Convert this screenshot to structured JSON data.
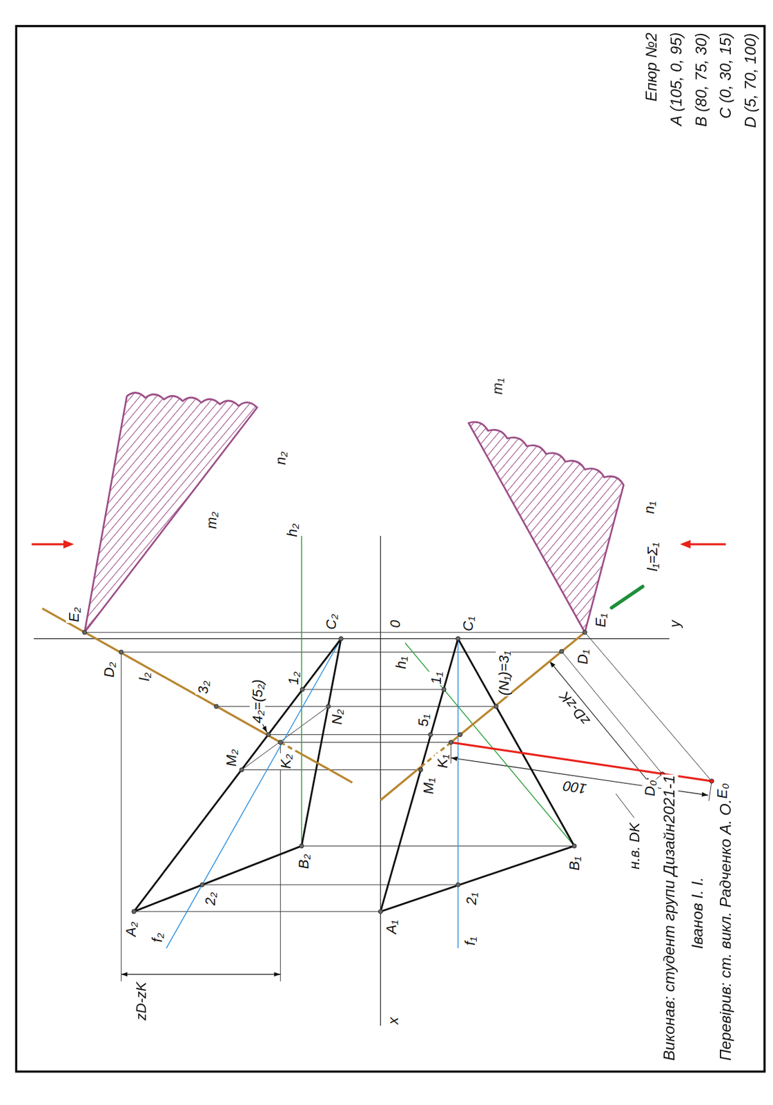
{
  "diagram": {
    "title": "Епюр №2",
    "labels": [
      "A (105, 0, 95)",
      "B (80, 75, 30)",
      "C (0, 30, 15)",
      "D (5, 70, 100)",
      "Виконав: студент групи Дизайн2021-1",
      "Іванов І. І.",
      "Перевірив: ст. викл. Радченко А. О.",
      "E₂",
      "D₂",
      "l₂",
      "m₂",
      "n₂",
      "h₂",
      "C₂",
      "3₂",
      "1₂",
      "4₂=(5₂)",
      "M₂",
      "K₂",
      "N₂",
      "B₂",
      "2₂",
      "A₂",
      "f₂",
      "zD-zK",
      "0",
      "x",
      "y",
      "h₁",
      "C₁",
      "1₁",
      "(N₁)=3₁",
      "5₁",
      "K₁",
      "M₁",
      "B₁",
      "A₁",
      "2₁",
      "f₁",
      "E₁",
      "D₁",
      "m₁",
      "n₁",
      "l₁=Σ₁",
      "zD-zK",
      "100",
      "D₀",
      "E₀",
      "н.в. DK"
    ]
  }
}
